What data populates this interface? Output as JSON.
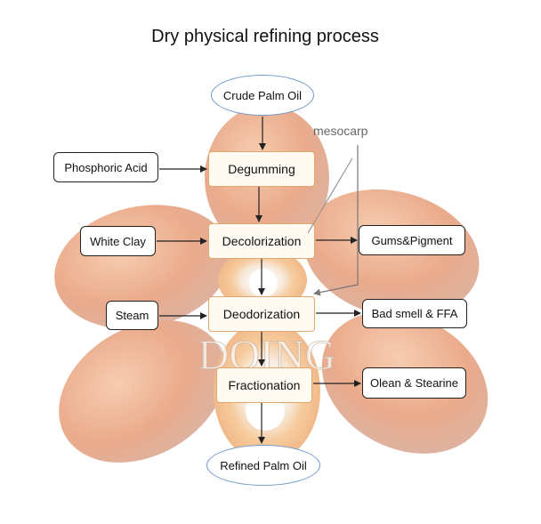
{
  "title": "Dry physical refining process",
  "start": "Crude Palm Oil",
  "end": "Refined Palm Oil",
  "steps": [
    "Degumming",
    "Decolorization",
    "Deodorization",
    "Fractionation"
  ],
  "inputs": [
    "Phosphoric Acid",
    "White Clay",
    "Steam"
  ],
  "outputs": [
    "Gums&Pigment",
    "Bad smell & FFA",
    "Olean & Stearine"
  ],
  "annotation": "mesocarp",
  "watermark": "DOING",
  "colors": {
    "process_border": "#e2a76d",
    "oval_border": "#6f98c9",
    "fruit": "#d9734c"
  }
}
